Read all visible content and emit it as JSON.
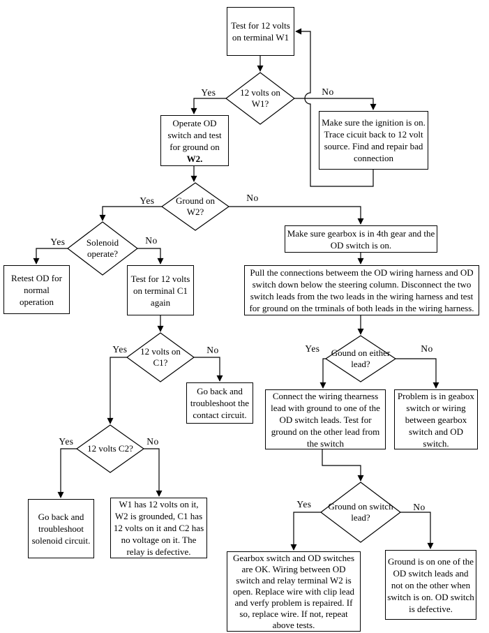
{
  "colors": {
    "background": "#ffffff",
    "line": "#000000",
    "text": "#000000"
  },
  "labels": {
    "yes": "Yes",
    "no": "No"
  },
  "nodes": {
    "test_w1": {
      "text": "Test for 12 volts on terminal W1"
    },
    "decision_12v_w1": {
      "text": "12 volts on W1?"
    },
    "fix_ignition": {
      "text": "Make sure the ignition is on. Trace cicuit back to 12 volt source.  Find and repair bad connection"
    },
    "operate_od_switch": {
      "text": "Operate OD switch and test for ground on",
      "bold_text": "W2."
    },
    "decision_ground_w2": {
      "text": "Ground on W2?"
    },
    "decision_solenoid": {
      "text": "Solenoid operate?"
    },
    "retest_od": {
      "text": "Retest OD for normal operation"
    },
    "test_c1": {
      "text": "Test for 12 volts on terminal C1 again"
    },
    "gearbox_4th_gear": {
      "text": "Make sure gearbox is in 4th gear and the OD switch is on."
    },
    "pull_connections": {
      "text": "Pull the connections betweem the OD wiring harness and OD switch down below the steering column.  Disconnect the two switch leads from the two leads in the wiring harness and test for ground on the trminals of both leads in the wiring harness."
    },
    "decision_12v_c1": {
      "text": "12 volts on C1?"
    },
    "troubleshoot_contact": {
      "text": "Go back and troubleshoot the contact circuit."
    },
    "decision_ground_either": {
      "text": "Gound on either lead?"
    },
    "connect_harness_lead": {
      "text": "Connect the wiring thearness lead with ground to one of the OD switch leads.  Test for ground on the other lead from the switch"
    },
    "problem_gearbox_switch": {
      "text": "Problem is in geabox switch or wiring between gearbox switch and OD switch."
    },
    "decision_12v_c2": {
      "text": "12 volts C2?"
    },
    "troubleshoot_solenoid": {
      "text": "Go back and troubleshoot solenoid circuit."
    },
    "relay_defective": {
      "text": "W1 has 12 volts on it, W2 is grounded, C1 has 12 volts on it and C2 has no voltage on it.   The relay is defective."
    },
    "decision_ground_switch_lead": {
      "text": "Ground on switch lead?"
    },
    "replace_wire": {
      "text": "Gearbox switch and OD switches are OK.  Wiring between OD switch and relay terminal W2 is open. Replace wire with clip lead and verfy problem is repaired.  If so, replace wire.  If not, repeat above tests."
    },
    "od_switch_defective": {
      "text": "Ground is on one of the OD switch leads and not on the other when switch is on.  OD switch is defective."
    }
  }
}
